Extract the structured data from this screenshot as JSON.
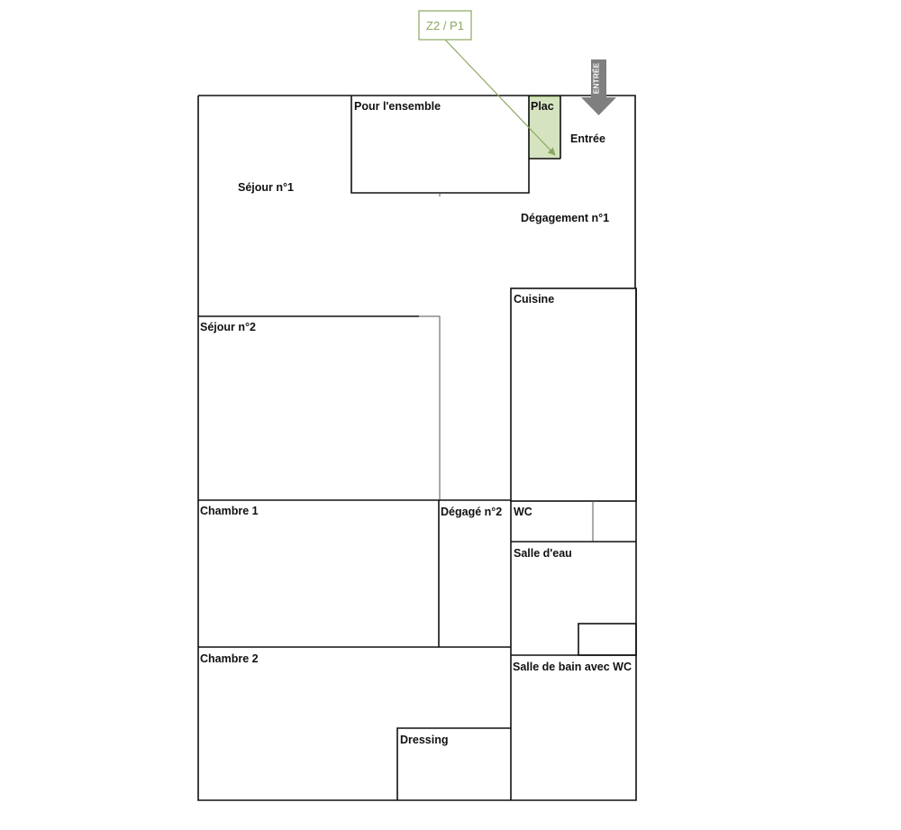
{
  "marker": {
    "label": "Z2 / P1",
    "color": "#8aa860"
  },
  "entry": {
    "label": "ENTRÉE",
    "arrow_color": "#7f7f7f"
  },
  "placard": {
    "fill_color": "#d5e3c1",
    "border_color": "#8aa860"
  },
  "rooms": {
    "pour_ensemble": "Pour l'ensemble",
    "placard": "Plac",
    "entree": "Entrée",
    "sejour1": "Séjour n°1",
    "degagement1": "Dégagement n°1",
    "cuisine": "Cuisine",
    "sejour2": "Séjour n°2",
    "chambre1": "Chambre 1",
    "degage2": "Dégagé n°2",
    "wc": "WC",
    "salle_eau": "Salle d'eau",
    "chambre2": "Chambre 2",
    "salle_bain": "Salle de bain avec WC",
    "dressing": "Dressing"
  }
}
